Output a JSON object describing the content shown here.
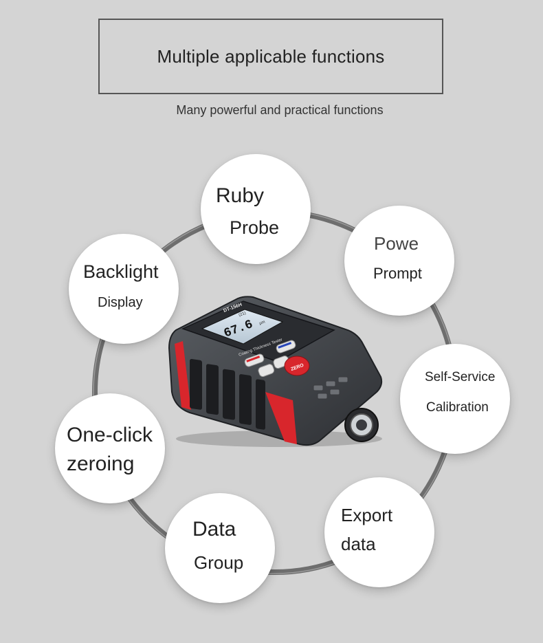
{
  "header": {
    "title": "Multiple applicable functions",
    "subtitle": "Many powerful and practical functions"
  },
  "features": [
    {
      "line1": "Ruby",
      "line2": "Probe"
    },
    {
      "line1": "Powe",
      "line2": "Prompt"
    },
    {
      "line1": "Self-Service",
      "line2": "Calibration"
    },
    {
      "line1": "Export",
      "line2": "data"
    },
    {
      "line1": "Data",
      "line2": "Group"
    },
    {
      "line1": "One-click",
      "line2": "zeroing"
    },
    {
      "line1": "Backlight",
      "line2": "Display"
    }
  ],
  "device": {
    "model": "DT-156H",
    "reading": "67.6",
    "unit": "μm",
    "counter": "(21)",
    "label": "Coating Thickness Tester",
    "zero_button": "ZERO"
  },
  "colors": {
    "background": "#d4d4d4",
    "ring": "#6e6e6e",
    "device_red": "#d8262c",
    "device_body": "#4a4d52"
  }
}
